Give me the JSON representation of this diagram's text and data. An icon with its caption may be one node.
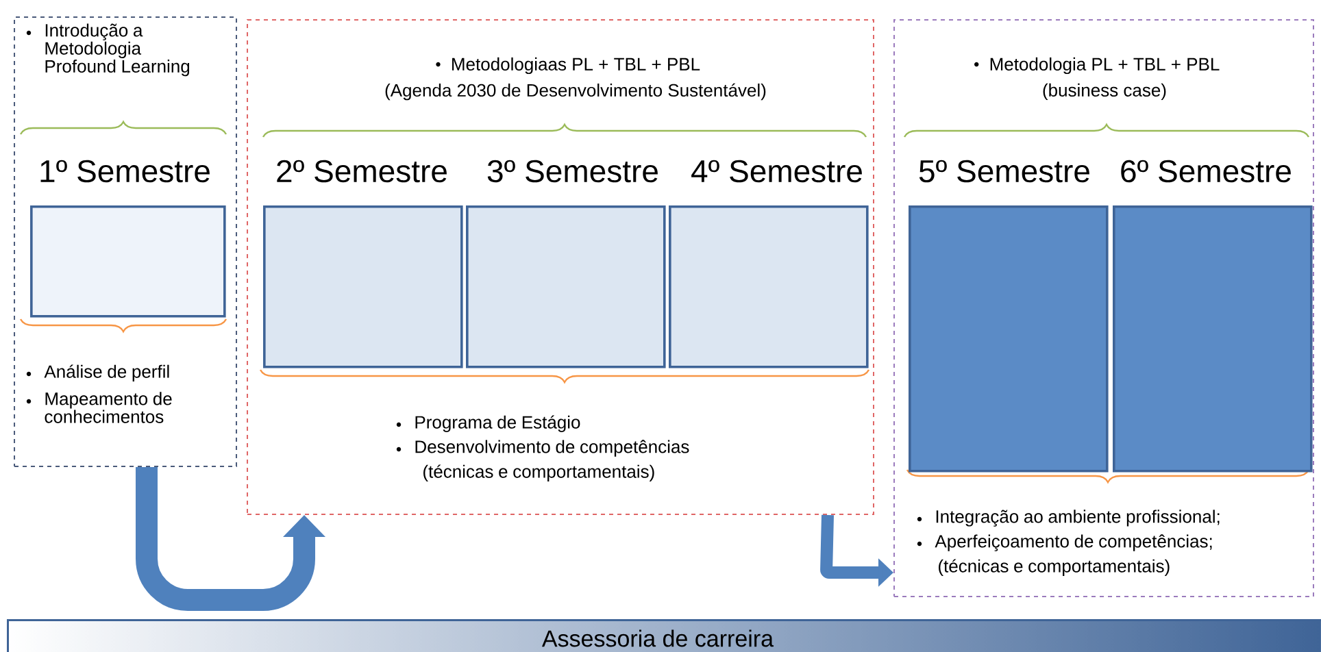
{
  "diagram": {
    "nodes": [
      {
        "text": [
          "Introdução a Metodologia Profound Learning",
          "Análise de perfil",
          "Mapeamento de conhecimentos"
        ]
      },
      {
        "text": [
          "1º Semestre"
        ],
        "in": 0
      },
      {
        "text": [
          "Metodologiaas PL + TBL + PBL",
          "(Agenda 2030 de Desenvolvimento Sustentável)",
          "Programa de Estágio",
          "Desenvolvimento de competências",
          "(técnicas e comportamentais)"
        ]
      },
      {
        "text": [
          "2º Semestre"
        ],
        "in": 2
      },
      {
        "text": [
          "3º Semestre"
        ],
        "in": 2
      },
      {
        "text": [
          "4º Semestre"
        ],
        "in": 2
      },
      {
        "text": [
          "Metodologia PL + TBL + PBL",
          "(business case)",
          "Integração ao ambiente profissional;",
          "Aperfeiçoamento de competências;",
          "(técnicas e comportamentais)"
        ]
      },
      {
        "text": [
          "5º Semestre"
        ],
        "in": 6
      },
      {
        "text": [
          "6º Semestre"
        ],
        "in": 6
      },
      {
        "text": [
          "Assessoria de carreira"
        ]
      }
    ],
    "edges": [
      {
        "from": 0,
        "to": 2,
        "arrow": "to"
      },
      {
        "from": 2,
        "to": 6,
        "arrow": "to"
      }
    ]
  }
}
